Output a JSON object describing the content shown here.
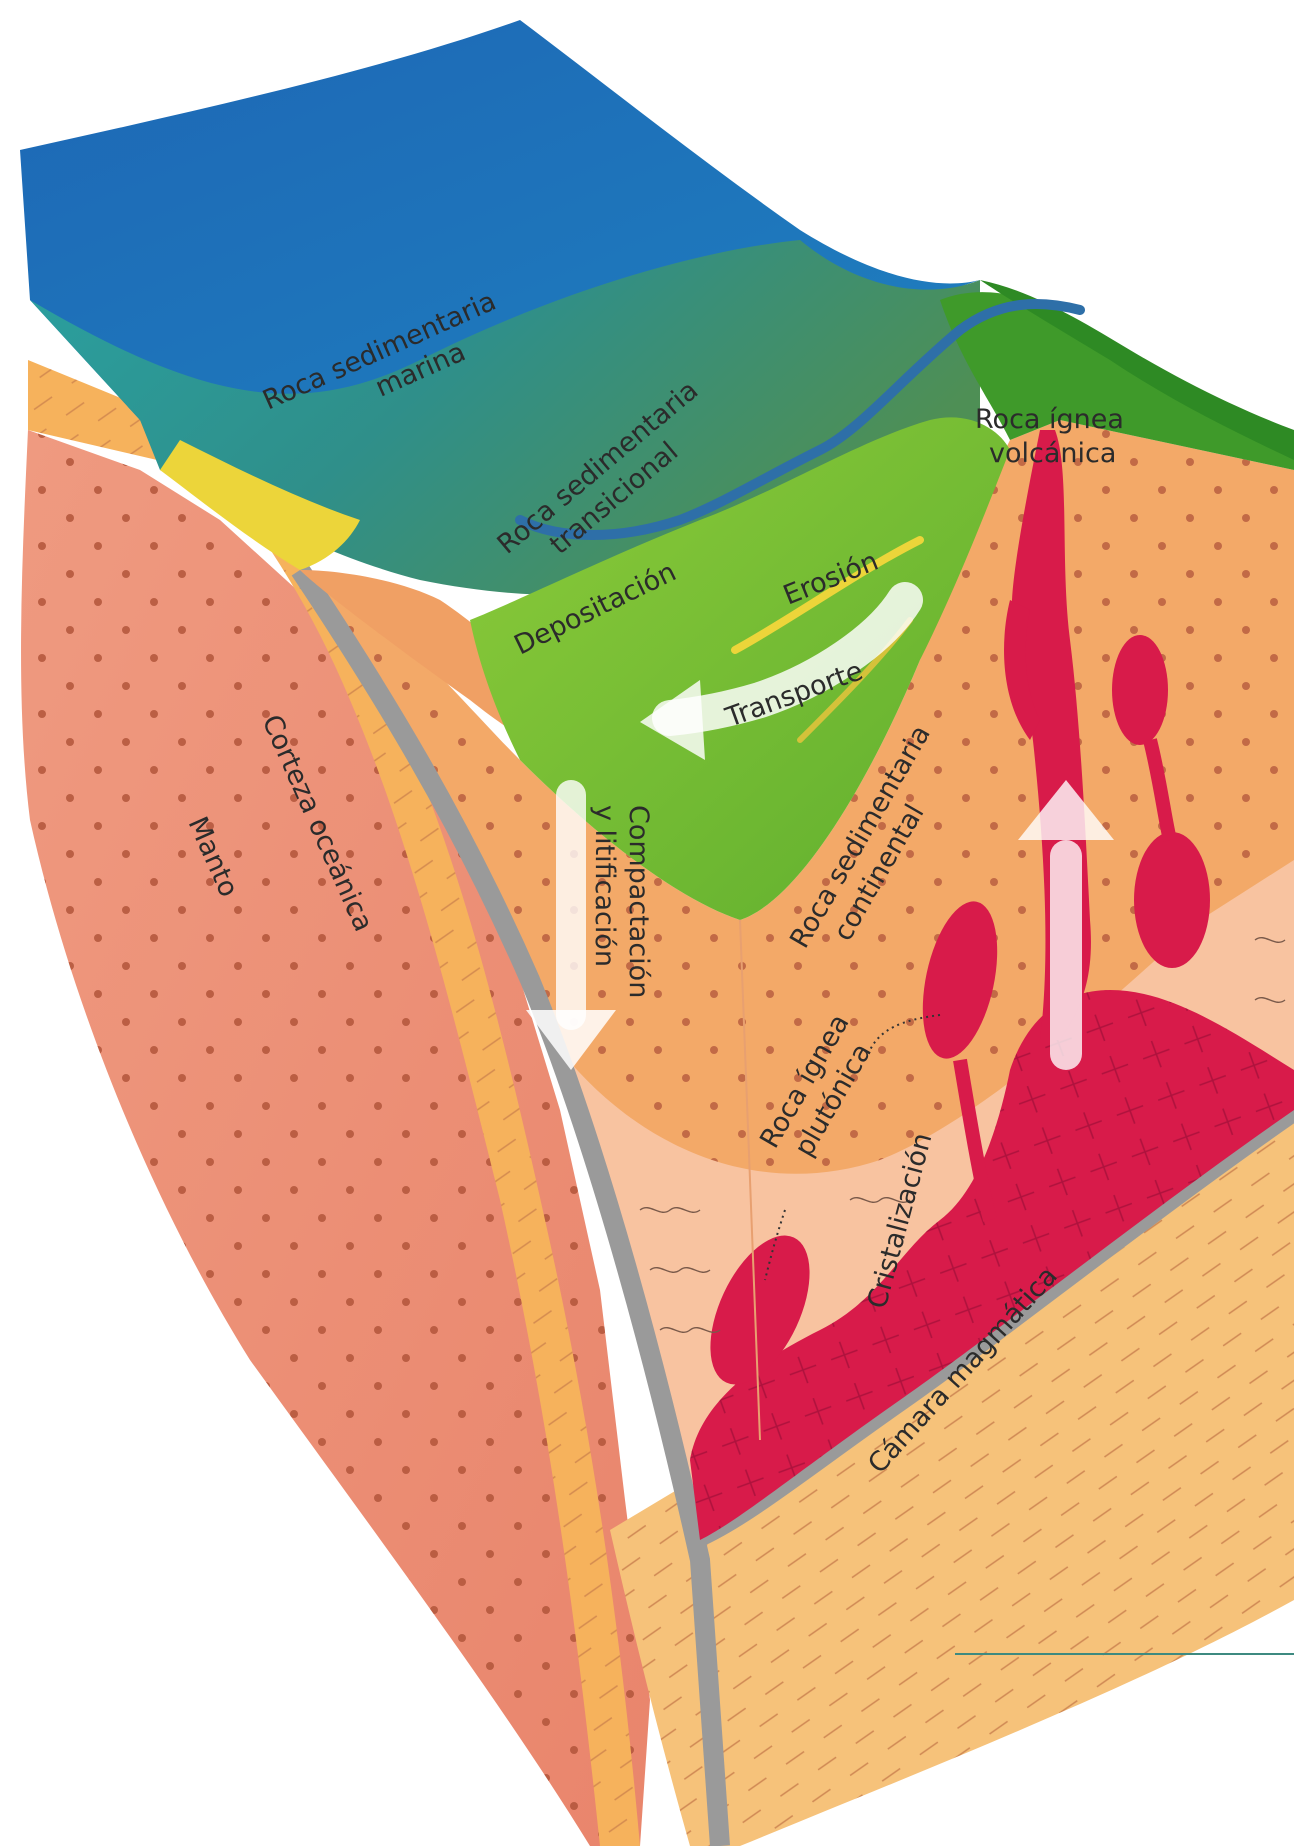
{
  "diagram": {
    "labels": {
      "marine_rock": [
        "Roca sedimentaria",
        "marina"
      ],
      "transitional_rock": [
        "Roca sedimentaria",
        "transicional"
      ],
      "deposition": "Depositación",
      "erosion": "Erosión",
      "transport": "Transporte",
      "volcanic_rock": [
        "Roca ígnea",
        "volcánica"
      ],
      "continental_rock": [
        "Roca sedimentaria",
        "continental"
      ],
      "compaction": [
        "Compactación",
        "y litificación"
      ],
      "oceanic_crust": "Corteza oceánica",
      "mantle": "Manto",
      "plutonic_rock": [
        "Roca ígnea",
        "plutónica"
      ],
      "crystallization": "Cristalización",
      "magma_chamber": "Cámara magmática"
    },
    "colors": {
      "ocean": "#1f6fb8",
      "marine_sediment": "#2a9a9c",
      "transitional": "#3a8a5a",
      "lowland": "#7cc23a",
      "highland": "#3f9a2a",
      "crust_orange": "#f2a35e",
      "mantle_pink": "#ec8d72",
      "magma": "#d81b4a",
      "grey_layer": "#9a9a9a",
      "deep_sand": "#f6c27a",
      "yellow_beach": "#ecd53a",
      "dots": "#b2553a",
      "accent_line": "#3e8a80"
    },
    "arrows": [
      "transport-arrow",
      "compaction-arrow",
      "magma-rise-arrow"
    ]
  }
}
